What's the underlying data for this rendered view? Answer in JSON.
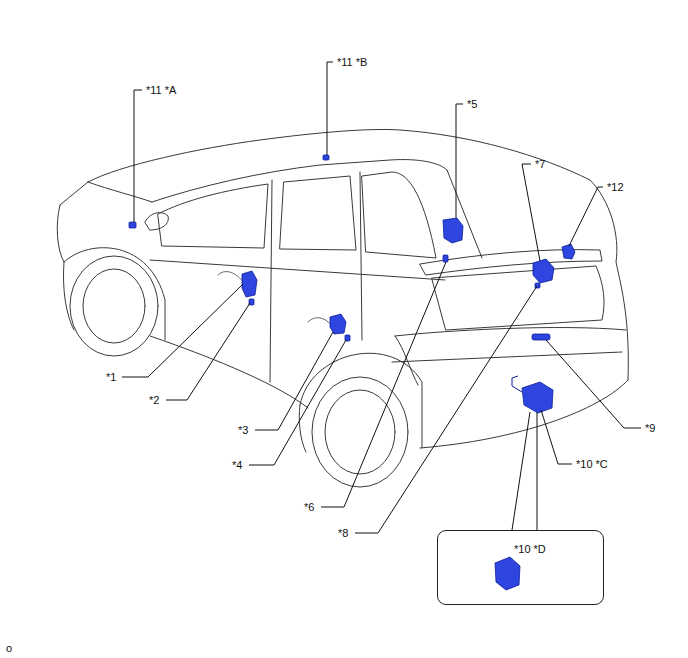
{
  "diagram": {
    "nodes": [
      {
        "text": [
          "*10 *D"
        ]
      }
    ],
    "labels": [
      "*11 *A",
      "*11 *B",
      "*5",
      "*7",
      "*12",
      "*1",
      "*2",
      "*3",
      "*4",
      "*6",
      "*8",
      "*9",
      "*10 *C",
      "o"
    ]
  }
}
